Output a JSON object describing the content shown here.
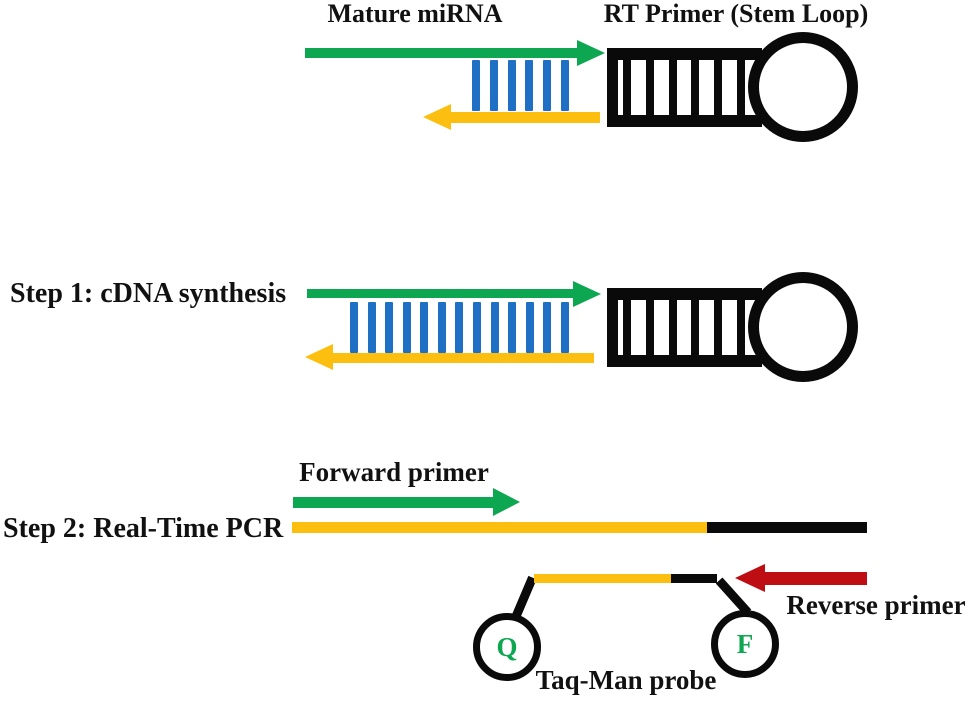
{
  "colors": {
    "green": "#0CA750",
    "blue": "#1F6FC4",
    "yellow": "#FCBF10",
    "red": "#BE0E13",
    "black": "#0A0A0A"
  },
  "sections": {
    "hybridization": {
      "mirna_label": "Mature miRNA",
      "rt_primer_label": "RT Primer (Stem Loop)",
      "bond_count": 6
    },
    "step1": {
      "label": "Step 1: cDNA synthesis",
      "bond_count": 13
    },
    "step2": {
      "label": "Step 2: Real-Time PCR",
      "forward_primer_label": "Forward primer",
      "reverse_primer_label": "Reverse primer",
      "taqman_label": "Taq-Man probe",
      "quencher_letter": "Q",
      "fluorophore_letter": "F"
    }
  },
  "stem_loop": {
    "rung_count": 6
  }
}
